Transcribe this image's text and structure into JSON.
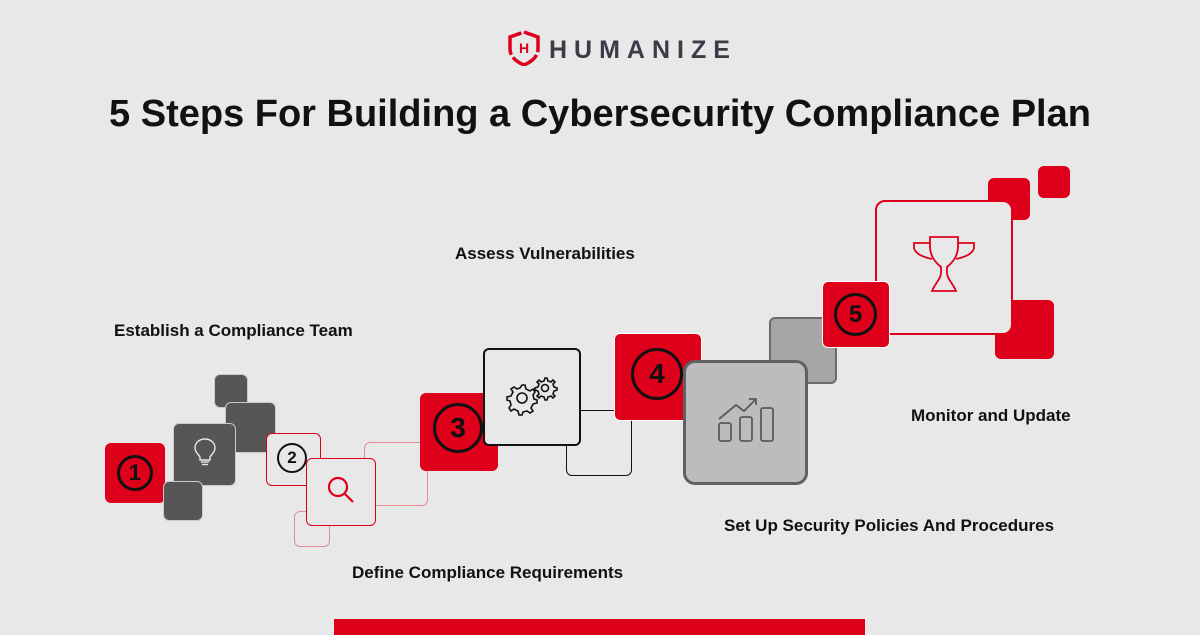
{
  "brand": {
    "name": "HUMANIZE",
    "logo_icon": "shield-h-icon",
    "accent": "#de001b"
  },
  "title": "5 Steps For Building a Cybersecurity Compliance Plan",
  "steps": [
    {
      "number": "1",
      "label": "Establish a Compliance Team",
      "icon": "lightbulb-icon"
    },
    {
      "number": "2",
      "label": "Define Compliance Requirements",
      "icon": "search-icon"
    },
    {
      "number": "3",
      "label": "Assess Vulnerabilities",
      "icon": "gears-icon"
    },
    {
      "number": "4",
      "label": "Set Up Security Policies And Procedures",
      "icon": "growth-chart-icon"
    },
    {
      "number": "5",
      "label": "Monitor and Update",
      "icon": "trophy-icon"
    }
  ],
  "colors": {
    "background": "#e8e8e8",
    "red": "#de001b",
    "dark_grey": "#565656",
    "mid_grey": "#a6a6a6",
    "light_grey": "#bcbcbc",
    "text": "#111111"
  }
}
